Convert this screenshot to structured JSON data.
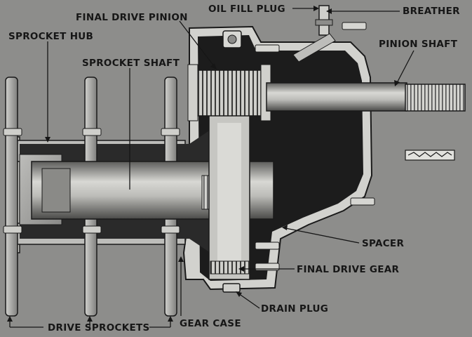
{
  "labels": {
    "oil_fill_plug": "OIL FILL PLUG",
    "breather": "BREATHER",
    "final_drive_pinion": "FINAL DRIVE PINION",
    "sprocket_hub": "SPROCKET HUB",
    "pinion_shaft": "PINION SHAFT",
    "sprocket_shaft": "SPROCKET SHAFT",
    "spacer": "SPACER",
    "final_drive_gear": "FINAL DRIVE GEAR",
    "drain_plug": "DRAIN PLUG",
    "drive_sprockets": "DRIVE SPROCKETS",
    "gear_case": "GEAR CASE"
  },
  "colors": {
    "background": "#8d8d8b",
    "metal_dark": "#1c1c1c",
    "metal_mid": "#6f6f6d",
    "metal_light": "#c9c9c6",
    "label_text": "#161616"
  }
}
